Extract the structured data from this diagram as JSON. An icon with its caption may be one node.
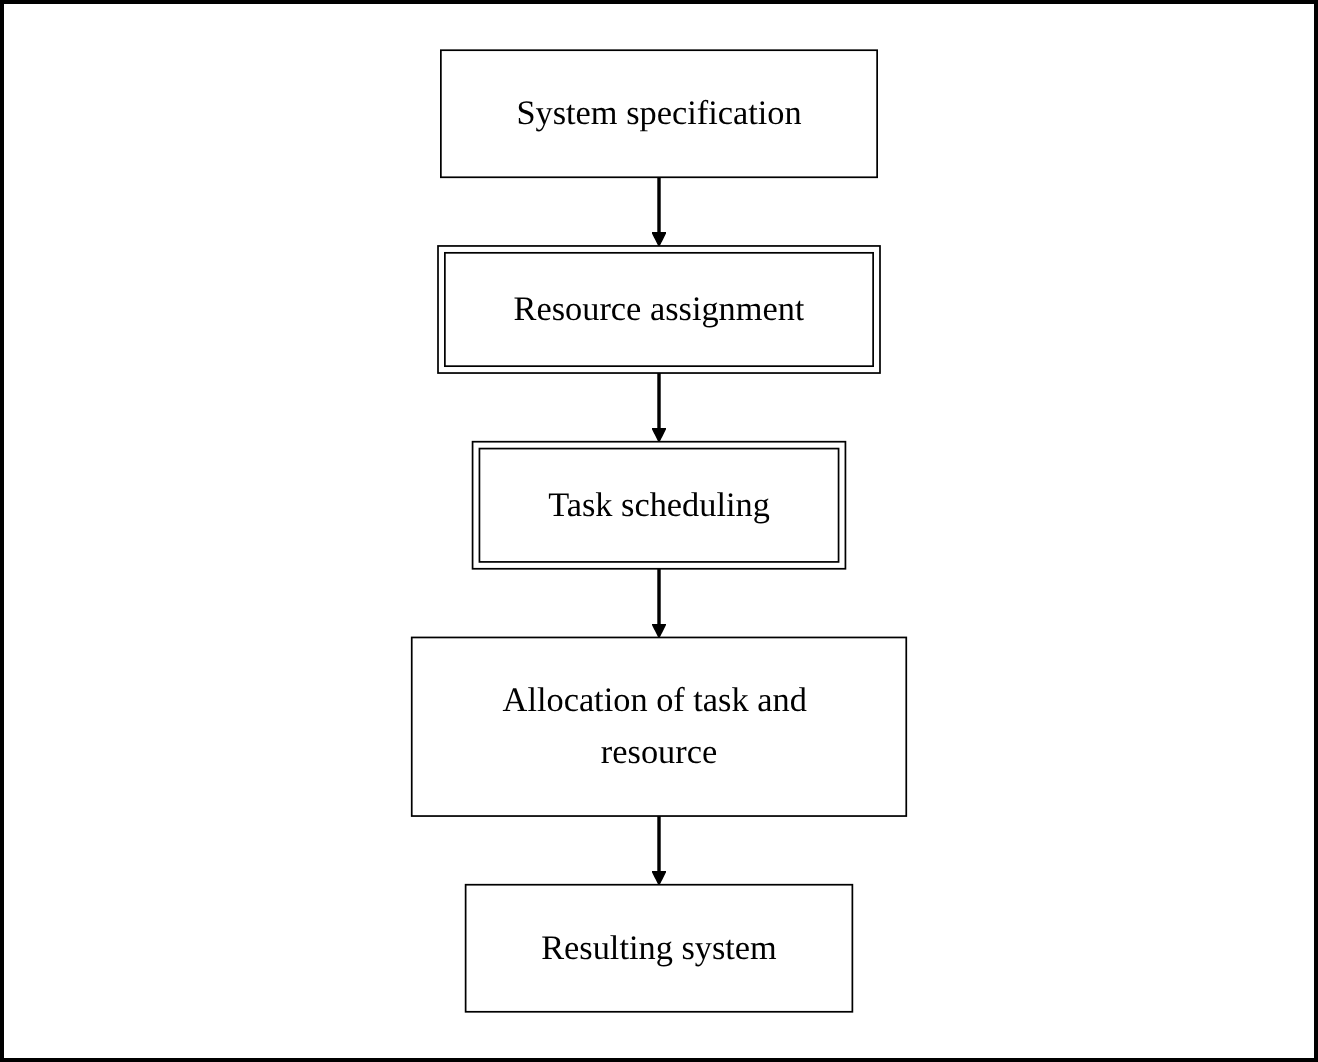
{
  "diagram": {
    "nodes": [
      {
        "text": [
          "System specification"
        ]
      },
      {
        "text": [
          "Resource assignment"
        ]
      },
      {
        "text": [
          "Task scheduling"
        ]
      },
      {
        "text": [
          "Allocation of task and resource"
        ]
      },
      {
        "text": [
          "Resulting system"
        ]
      }
    ],
    "edges": [
      {
        "from": 0,
        "to": 1,
        "arrow": "to"
      },
      {
        "from": 1,
        "to": 2,
        "arrow": "to"
      },
      {
        "from": 2,
        "to": 3,
        "arrow": "to"
      },
      {
        "from": 3,
        "to": 4,
        "arrow": "to"
      }
    ]
  }
}
